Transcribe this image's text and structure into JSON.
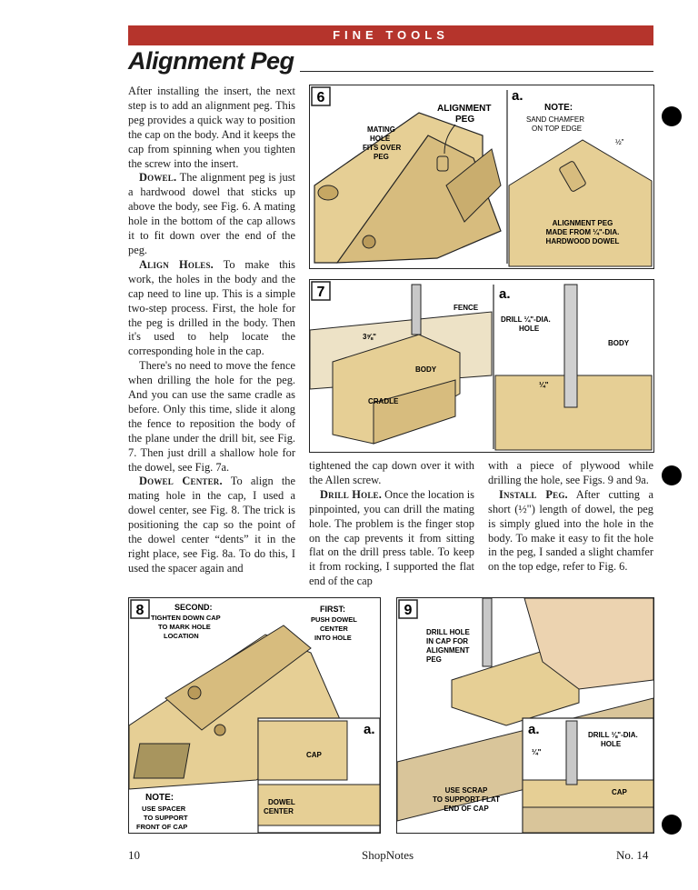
{
  "header": {
    "section": "FINE TOOLS",
    "title": "Alignment Peg"
  },
  "col1": {
    "p1": "After installing the insert, the next step is to add an alignment peg. This peg provides a quick way to position the cap on the body. And it keeps the cap from spinning when you tighten the screw into the insert.",
    "p2_lead": "Dowel.",
    "p2": " The alignment peg is just a hardwood dowel that sticks up above the body, see Fig. 6. A mating hole in the bottom of the cap allows it to fit down over the end of the peg.",
    "p3_lead": "Align Holes.",
    "p3": " To make this work, the holes in the body and the cap need to line up. This is a simple two-step process. First, the hole for the peg is drilled in the body. Then it's used to help locate the corresponding hole in the cap.",
    "p4": "There's no need to move the fence when drilling the hole for the peg. And you can use the same cradle as before. Only this time, slide it along the fence to reposition the body of the plane under the drill bit, see Fig. 7. Then just drill a shallow hole for the dowel, see Fig. 7a.",
    "p5_lead": "Dowel Center.",
    "p5": " To align the mating hole in the cap, I used a dowel center, see Fig. 8. The trick is positioning the cap so the point of the dowel center “dents” it in the right place, see Fig. 8a. To do this, I used the spacer again and"
  },
  "col2": {
    "p1": "tightened the cap down over it with the Allen screw.",
    "p2_lead": "Drill Hole.",
    "p2": " Once the location is pinpointed, you can drill the mating hole. The problem is the finger stop on the cap prevents it from sitting flat on the drill press table. To keep it from rocking, I supported the flat end of the cap"
  },
  "col3": {
    "p1": "with a piece of plywood while drilling the hole, see Figs. 9 and 9a.",
    "p2_lead": "Install Peg.",
    "p2": " After cutting a short (½\") length of dowel, the peg is simply glued into the hole in the body. To make it easy to fit the hole in the peg, I sanded a slight chamfer on the top edge, refer to Fig. 6."
  },
  "fig6": {
    "num": "6",
    "label_peg": "ALIGNMENT",
    "label_peg2": "PEG",
    "mating": [
      "MATING",
      "HOLE",
      "FITS OVER",
      "PEG"
    ],
    "sub": "a.",
    "note": "NOTE:",
    "note_lines": [
      "SAND CHAMFER",
      "ON TOP EDGE"
    ],
    "half": "½\"",
    "peg_lines": [
      "ALIGNMENT PEG",
      "MADE FROM ¼\"-DIA.",
      "HARDWOOD DOWEL"
    ]
  },
  "fig7": {
    "num": "7",
    "fence": "FENCE",
    "dim": "3⅝\"",
    "body": "BODY",
    "cradle": "CRADLE",
    "sub": "a.",
    "drill": [
      "DRILL ¼\"-DIA.",
      "HOLE"
    ],
    "body_a": "BODY",
    "depth": "¼\""
  },
  "fig8": {
    "num": "8",
    "second": "SECOND:",
    "second_lines": [
      "TIGHTEN DOWN CAP",
      "TO MARK HOLE",
      "LOCATION"
    ],
    "first": "FIRST:",
    "first_lines": [
      "PUSH DOWEL",
      "CENTER",
      "INTO HOLE"
    ],
    "sub": "a.",
    "cap": "CAP",
    "dowel": [
      "DOWEL",
      "CENTER"
    ],
    "note": "NOTE:",
    "note_lines": [
      "USE SPACER",
      "TO SUPPORT",
      "FRONT OF CAP"
    ]
  },
  "fig9": {
    "num": "9",
    "drill_lines": [
      "DRILL HOLE",
      "IN CAP FOR",
      "ALIGNMENT",
      "PEG"
    ],
    "scrap": [
      "USE SCRAP",
      "TO SUPPORT FLAT",
      "END OF CAP"
    ],
    "sub": "a.",
    "drill_a": [
      "DRILL ⅛\"-DIA.",
      "HOLE"
    ],
    "depth": "¼\"",
    "cap": "CAP"
  },
  "footer": {
    "page": "10",
    "magazine": "ShopNotes",
    "issue": "No. 14"
  }
}
